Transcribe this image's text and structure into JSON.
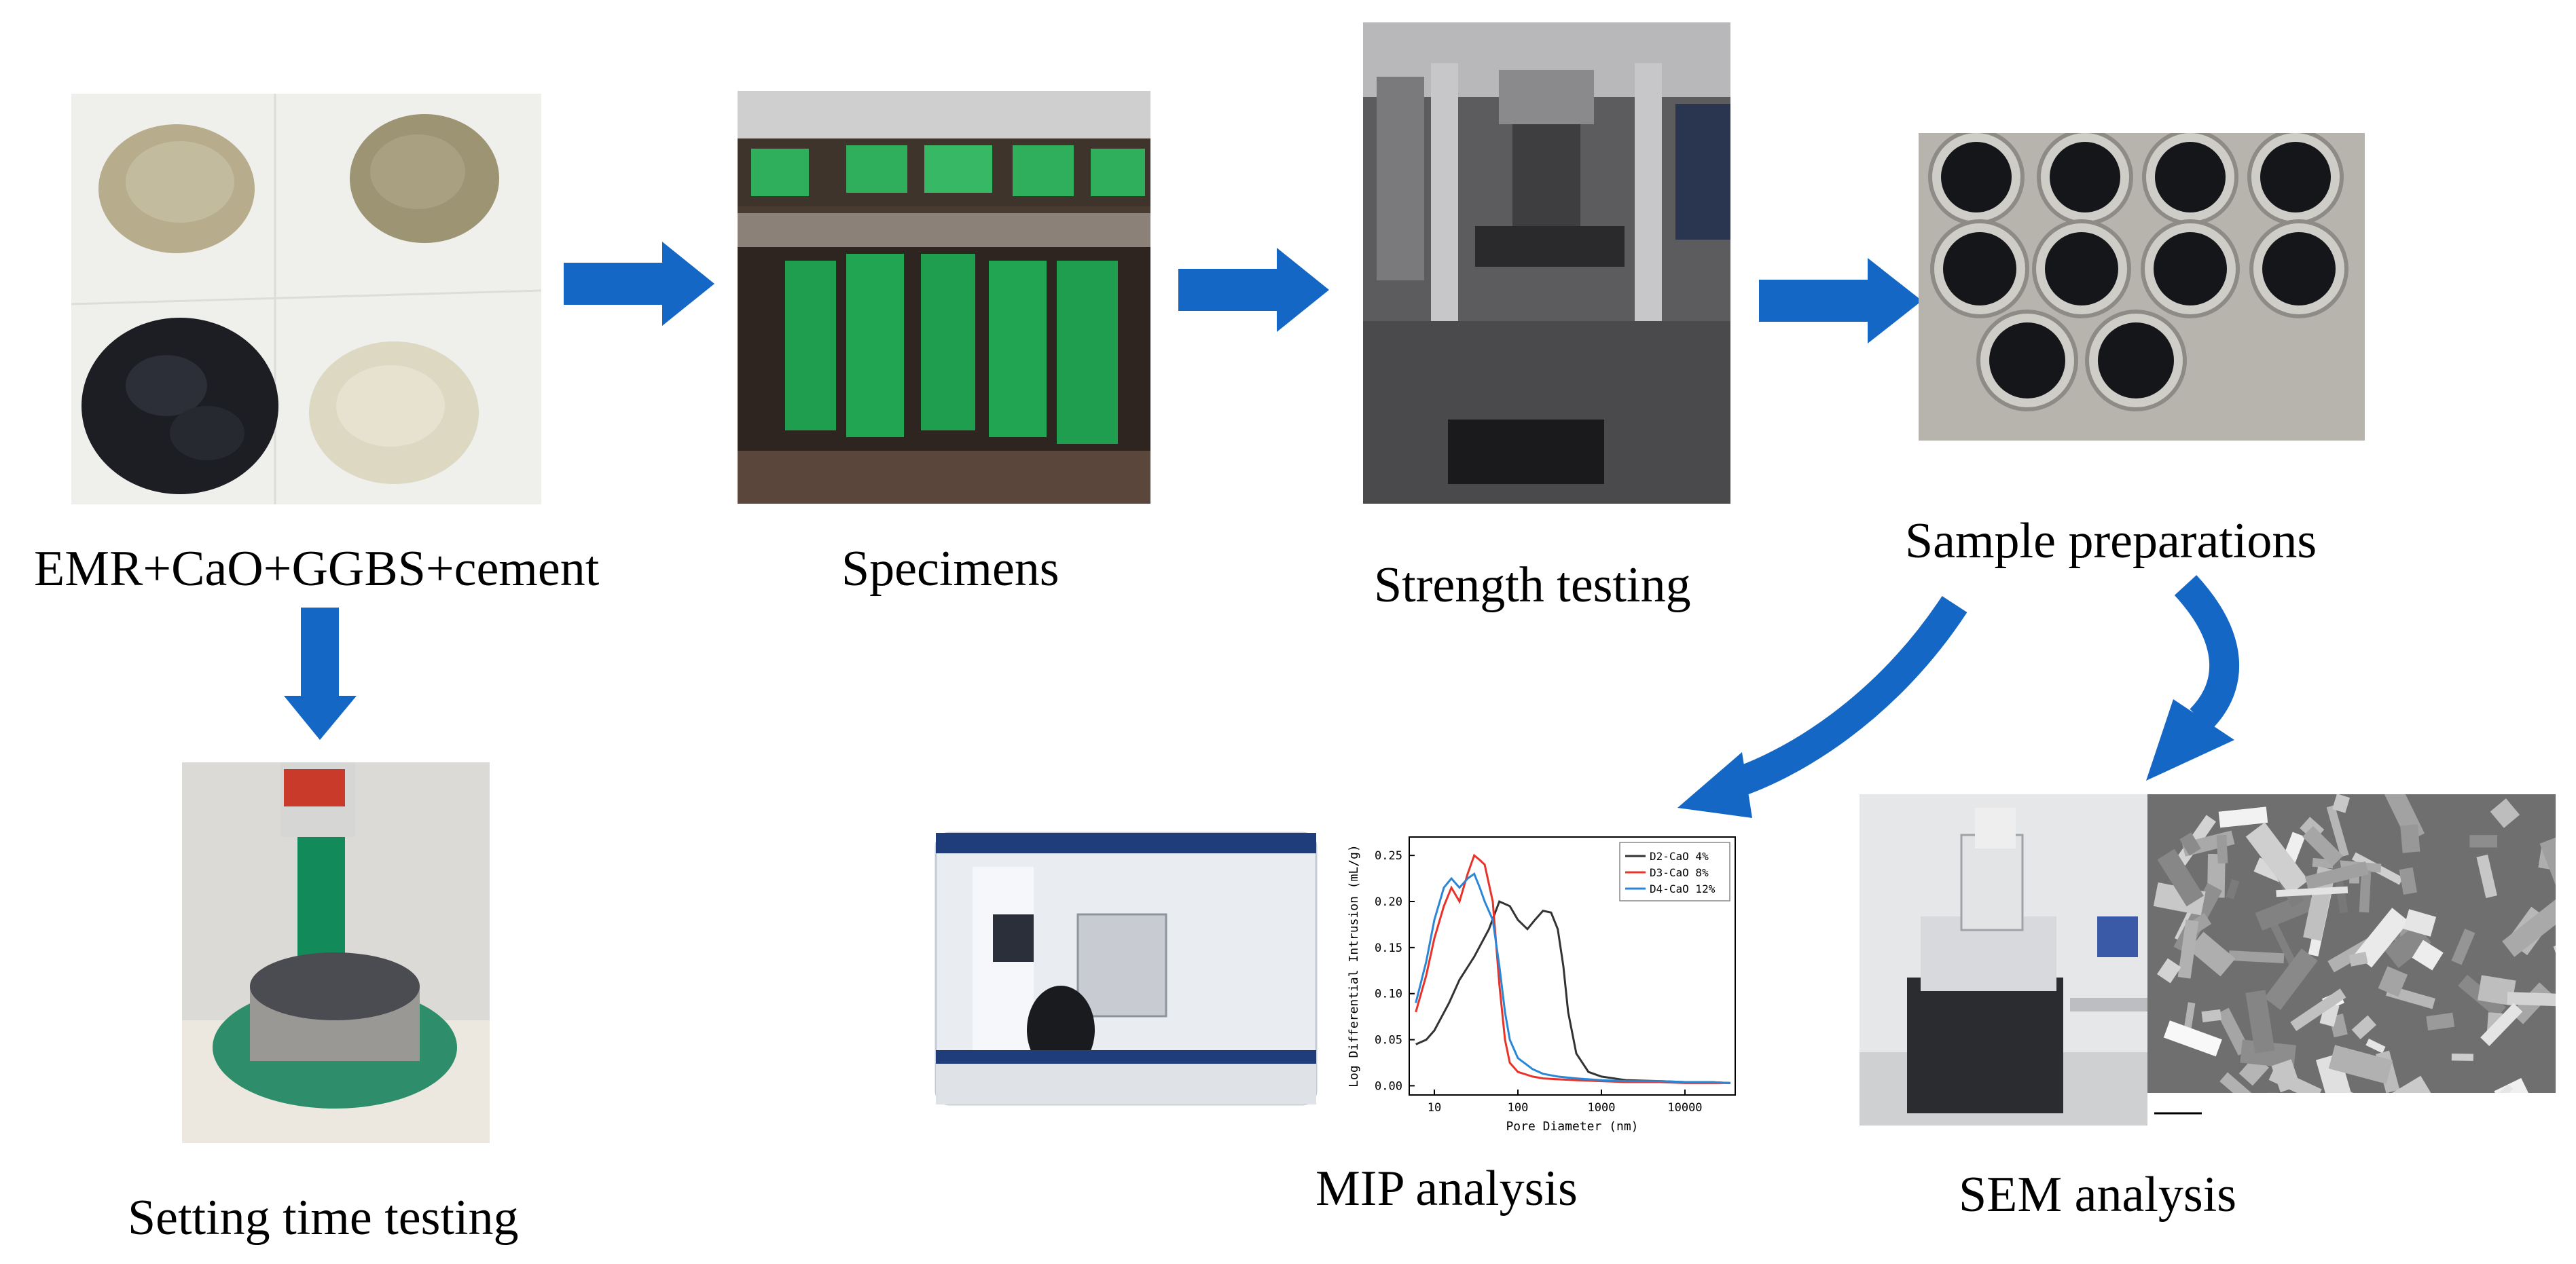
{
  "captions": {
    "materials": "EMR+CaO+GGBS+cement",
    "specimens": "Specimens",
    "strength": "Strength testing",
    "samples": "Sample preparations",
    "setting": "Setting time testing",
    "mip": "MIP analysis",
    "sem": "SEM analysis"
  },
  "colors": {
    "arrow": "#1467c5",
    "series_d2": "#333333",
    "series_d3": "#e8332a",
    "series_d4": "#2a86d6"
  },
  "chart_data": {
    "type": "line",
    "xlabel": "Pore Diameter (nm)",
    "ylabel": "Log Differential Intrusion (mL/g)",
    "x_scale": "log",
    "xlim": [
      5,
      40000
    ],
    "ylim": [
      -0.01,
      0.27
    ],
    "x_ticks": [
      "10",
      "100",
      "1000",
      "10000"
    ],
    "y_ticks": [
      "0.00",
      "0.05",
      "0.10",
      "0.15",
      "0.20",
      "0.25"
    ],
    "legend_position": "top-right",
    "series": [
      {
        "name": "D2-CaO 4%",
        "color": "#333333",
        "x": [
          6,
          8,
          10,
          15,
          20,
          30,
          45,
          60,
          80,
          100,
          130,
          160,
          200,
          250,
          300,
          350,
          400,
          500,
          700,
          1000,
          2000,
          5000,
          10000,
          20000,
          35000
        ],
        "y": [
          0.045,
          0.05,
          0.06,
          0.09,
          0.115,
          0.14,
          0.17,
          0.2,
          0.195,
          0.18,
          0.17,
          0.18,
          0.19,
          0.188,
          0.17,
          0.13,
          0.08,
          0.035,
          0.015,
          0.01,
          0.006,
          0.005,
          0.004,
          0.004,
          0.003
        ]
      },
      {
        "name": "D3-CaO 8%",
        "color": "#e8332a",
        "x": [
          6,
          8,
          10,
          13,
          16,
          20,
          25,
          30,
          35,
          40,
          50,
          60,
          70,
          80,
          100,
          150,
          200,
          300,
          500,
          1000,
          2000,
          5000,
          10000,
          20000,
          35000
        ],
        "y": [
          0.08,
          0.12,
          0.16,
          0.195,
          0.215,
          0.2,
          0.23,
          0.25,
          0.245,
          0.24,
          0.2,
          0.11,
          0.05,
          0.025,
          0.015,
          0.01,
          0.008,
          0.007,
          0.006,
          0.005,
          0.004,
          0.004,
          0.003,
          0.003,
          0.003
        ]
      },
      {
        "name": "D4-CaO 12%",
        "color": "#2a86d6",
        "x": [
          6,
          8,
          10,
          13,
          16,
          20,
          25,
          30,
          35,
          40,
          50,
          60,
          70,
          80,
          100,
          150,
          200,
          300,
          500,
          1000,
          2000,
          5000,
          10000,
          20000,
          35000
        ],
        "y": [
          0.09,
          0.135,
          0.18,
          0.215,
          0.225,
          0.215,
          0.225,
          0.23,
          0.215,
          0.2,
          0.18,
          0.13,
          0.08,
          0.05,
          0.03,
          0.018,
          0.013,
          0.01,
          0.008,
          0.006,
          0.005,
          0.005,
          0.004,
          0.004,
          0.003
        ]
      }
    ]
  }
}
